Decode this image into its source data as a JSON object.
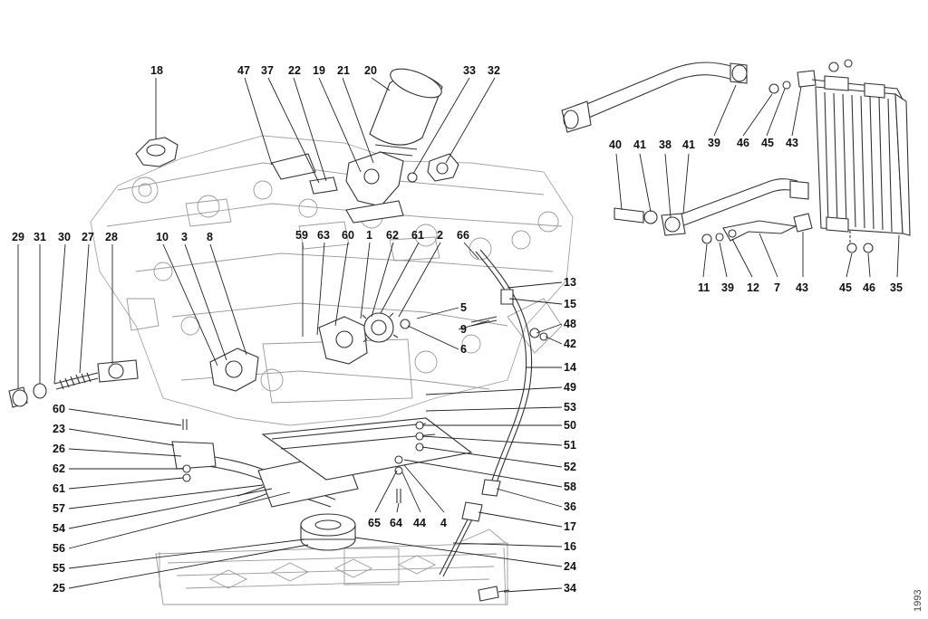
{
  "diagram": {
    "side_code": "1993",
    "engine_callouts": [
      "18",
      "47",
      "37",
      "22",
      "19",
      "21",
      "20",
      "33",
      "32",
      "29",
      "31",
      "30",
      "27",
      "28",
      "10",
      "3",
      "8",
      "59",
      "63",
      "60",
      "1",
      "62",
      "61",
      "2",
      "66",
      "13",
      "15",
      "5",
      "9",
      "6",
      "48",
      "42",
      "14",
      "49",
      "53",
      "60",
      "23",
      "26",
      "62",
      "61",
      "57",
      "54",
      "56",
      "55",
      "25",
      "50",
      "51",
      "52",
      "58",
      "65",
      "64",
      "44",
      "4",
      "36",
      "17",
      "16",
      "24",
      "34"
    ],
    "cooler_callouts": [
      "39",
      "46",
      "45",
      "43",
      "40",
      "41",
      "38",
      "41",
      "11",
      "39",
      "12",
      "7",
      "43",
      "45",
      "46",
      "35"
    ]
  }
}
